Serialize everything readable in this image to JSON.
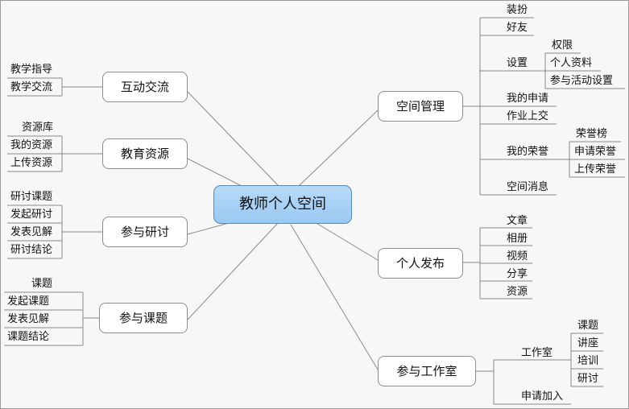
{
  "root": "教师个人空间",
  "left": {
    "interaction": {
      "label": "互动交流",
      "children": [
        "教学指导",
        "教学交流"
      ]
    },
    "resources": {
      "label": "教育资源",
      "children": [
        "资源库",
        "我的资源",
        "上传资源"
      ]
    },
    "research": {
      "label": "参与研讨",
      "children": [
        "研讨课题",
        "发起研讨",
        "发表见解",
        "研讨结论"
      ]
    },
    "topics": {
      "label": "参与课题",
      "children": [
        "课题",
        "发起课题",
        "发表见解",
        "课题结论"
      ]
    }
  },
  "right": {
    "space": {
      "label": "空间管理",
      "dress": "装扮",
      "friends": "好友",
      "settings": {
        "label": "设置",
        "children": [
          "权限",
          "个人资料",
          "参与活动设置"
        ]
      },
      "applications": "我的申请",
      "homework": "作业上交",
      "honors": {
        "label": "我的荣誉",
        "children": [
          "荣誉榜",
          "申请荣誉",
          "上传荣誉"
        ]
      },
      "messages": "空间消息"
    },
    "publish": {
      "label": "个人发布",
      "children": [
        "文章",
        "相册",
        "视频",
        "分享",
        "资源"
      ]
    },
    "studio": {
      "label": "参与工作室",
      "room": {
        "label": "工作室",
        "children": [
          "课题",
          "讲座",
          "培训",
          "研讨"
        ]
      },
      "join": "申请加入"
    }
  }
}
